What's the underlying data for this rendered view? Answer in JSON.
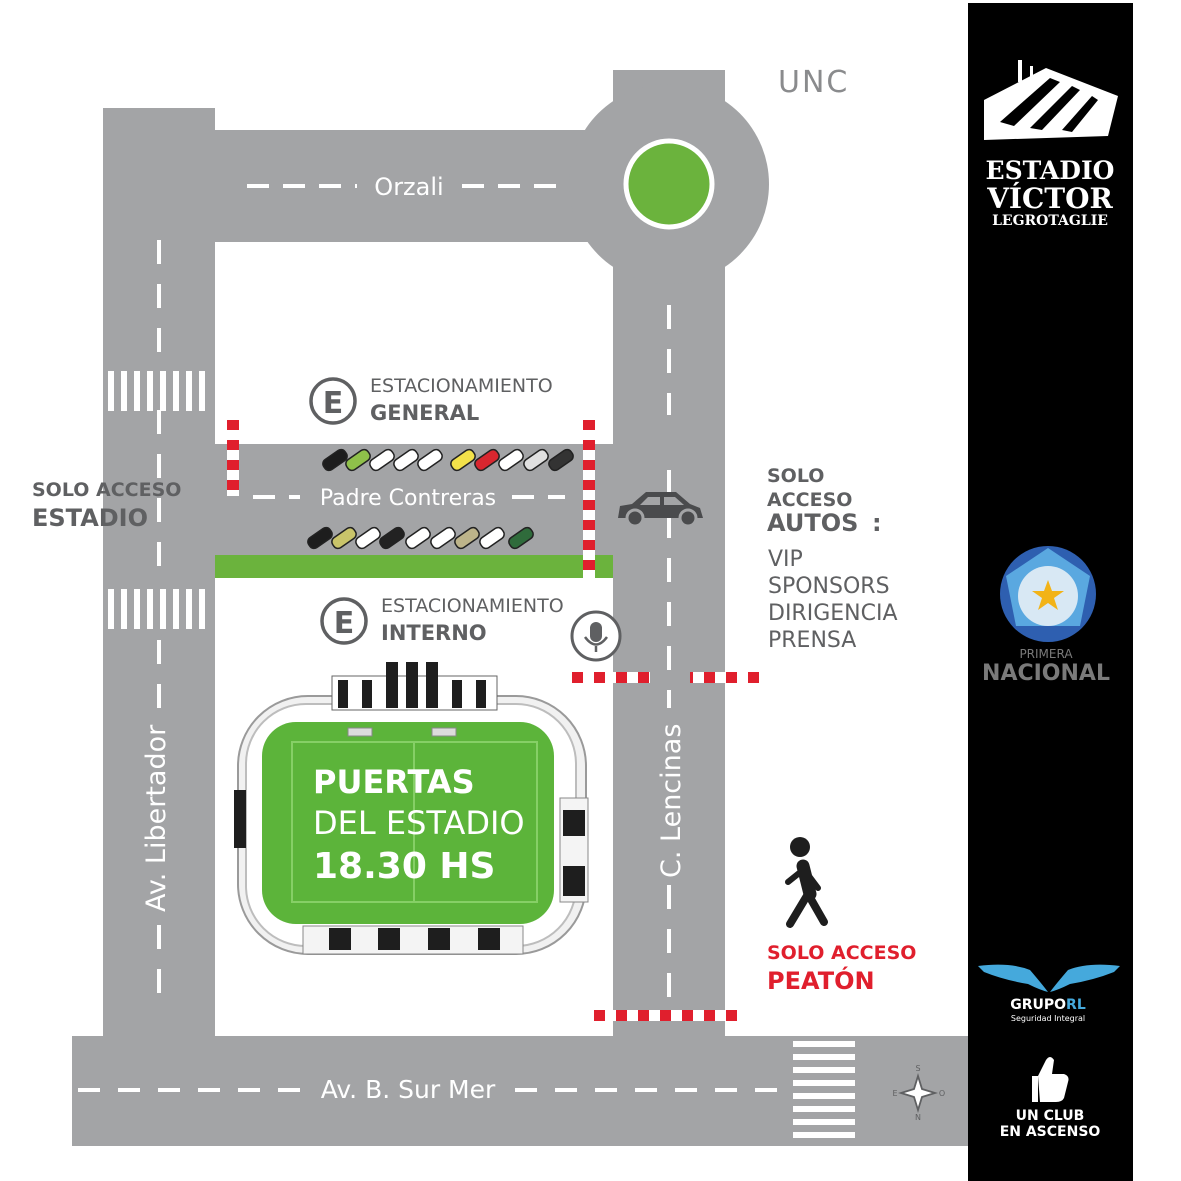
{
  "map": {
    "streets": {
      "north": "Orzali",
      "west": "Av. Libertador",
      "east": "C. Lencinas",
      "south": "Av. B. Sur Mer",
      "middle": "Padre Contreras"
    },
    "landmark": "UNC",
    "parking_general": {
      "symbol": "E",
      "line1": "ESTACIONAMIENTO",
      "line2": "GENERAL"
    },
    "parking_interno": {
      "symbol": "E",
      "line1": "ESTACIONAMIENTO",
      "line2": "INTERNO"
    },
    "stadium_field": {
      "line1": "PUERTAS",
      "line2": "DEL ESTADIO",
      "line3": "18.30 HS"
    },
    "access_estadio": {
      "line1": "SOLO ACCESO",
      "line2": "ESTADIO"
    },
    "access_autos": {
      "line1": "SOLO",
      "line2": "ACCESO",
      "line3": "AUTOS",
      "colon": ":",
      "items": [
        "VIP",
        "SPONSORS",
        "DIRIGENCIA",
        "PRENSA"
      ]
    },
    "access_peaton": {
      "line1": "SOLO ACCESO",
      "line2": "PEATÓN"
    },
    "compass": {
      "s": "S",
      "e": "E",
      "o": "O",
      "n": "N"
    }
  },
  "sidebar": {
    "stadium_name": {
      "line1": "ESTADIO",
      "line2": "VÍCTOR",
      "line3": "LEGROTAGLIE"
    },
    "league": {
      "line1": "PRIMERA",
      "line2": "NACIONAL"
    },
    "sponsor": {
      "name_a": "GRUPO",
      "name_b": "RL",
      "tagline": "Seguridad Integral"
    },
    "club": {
      "line1": "UN CLUB",
      "line2": "EN ASCENSO"
    }
  },
  "colors": {
    "road": "#a3a4a6",
    "green": "#6bb33d",
    "field": "#5cb43a",
    "accent_red": "#e01f2d",
    "sidebar_bg": "#000000",
    "sponsor_blue": "#45a9dc",
    "label_gray": "#5f6062"
  },
  "icons": {
    "parking": "parking-e-icon",
    "car": "car-icon",
    "pedestrian": "pedestrian-icon",
    "microphone": "microphone-icon",
    "compass": "compass-rose-icon",
    "thumbs_up": "thumbs-up-icon"
  }
}
